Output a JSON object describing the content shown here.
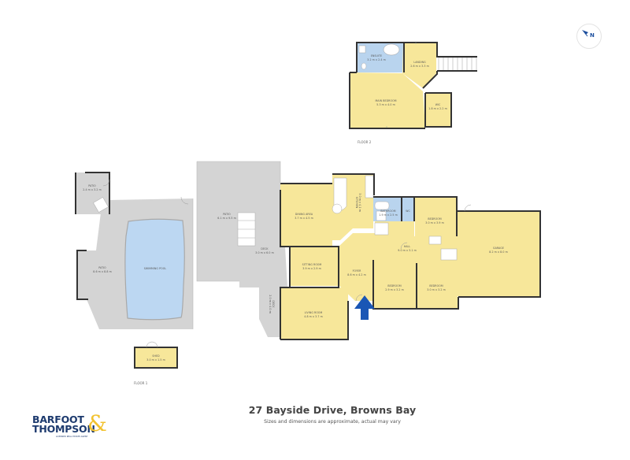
{
  "title": "27 Bayside Drive, Browns Bay",
  "subtitle": "Sizes and dimensions are approximate, actual may vary",
  "brand": {
    "line1": "BARFOOT",
    "line2": "THOMPSON",
    "ampersand": "&",
    "tagline": "LICENSED REAL ESTATE AGENT",
    "colors": {
      "navy": "#1d3a6e",
      "gold": "#f2c230"
    }
  },
  "compass": {
    "label": "N",
    "icon": "north-arrow-icon"
  },
  "entrance_marker": {
    "icon": "entrance-arrow-icon",
    "color": "#1a56b5"
  },
  "colors": {
    "interior": "#f7e79a",
    "wet_area": "#b9d4ee",
    "exterior": "#d4d4d4",
    "pool": "#bcd7f2",
    "wall": "#333333"
  },
  "floors": [
    {
      "name": "FLOOR 1",
      "rooms": [
        {
          "name": "PATIO",
          "dims": "2.4 m x 3.2 m"
        },
        {
          "name": "PATIO",
          "dims": "8.6 m x 8.8 m"
        },
        {
          "name": "SWIMMING POOL",
          "dims": ""
        },
        {
          "name": "PATIO",
          "dims": "6.1 m x 9.5 m"
        },
        {
          "name": "DECK",
          "dims": "3.0 m x 6.0 m"
        },
        {
          "name": "DECK",
          "dims": "2.0 m x 4.0 m"
        },
        {
          "name": "DINING AREA",
          "dims": "3.7 m x 4.5 m"
        },
        {
          "name": "KITCHEN",
          "dims": "3.0 m x 4.1 m"
        },
        {
          "name": "SITTING ROOM",
          "dims": "3.9 m x 2.9 m"
        },
        {
          "name": "LIVING ROOM",
          "dims": "4.8 m x 3.7 m"
        },
        {
          "name": "FOYER",
          "dims": "8.6 m x 4.2 m"
        },
        {
          "name": "BATHROOM",
          "dims": "1.9 m x 2.5 m"
        },
        {
          "name": "WC",
          "dims": ""
        },
        {
          "name": "BEDROOM",
          "dims": "3.0 m x 3.9 m"
        },
        {
          "name": "HALL",
          "dims": "9.0 m x 3.1 m"
        },
        {
          "name": "BEDROOM",
          "dims": "2.9 m x 3.2 m"
        },
        {
          "name": "BEDROOM",
          "dims": "3.0 m x 3.2 m"
        },
        {
          "name": "GARAGE",
          "dims": "8.2 m x 8.0 m"
        },
        {
          "name": "SHED",
          "dims": "3.0 m x 1.5 m"
        }
      ]
    },
    {
      "name": "FLOOR 2",
      "rooms": [
        {
          "name": "ENSUITE",
          "dims": "3.2 m x 2.4 m"
        },
        {
          "name": "LANDING",
          "dims": "2.6 m x 3.3 m"
        },
        {
          "name": "MAIN BEDROOM",
          "dims": "5.3 m x 4.0 m"
        },
        {
          "name": "WIC",
          "dims": "1.8 m x 2.2 m"
        }
      ]
    }
  ]
}
